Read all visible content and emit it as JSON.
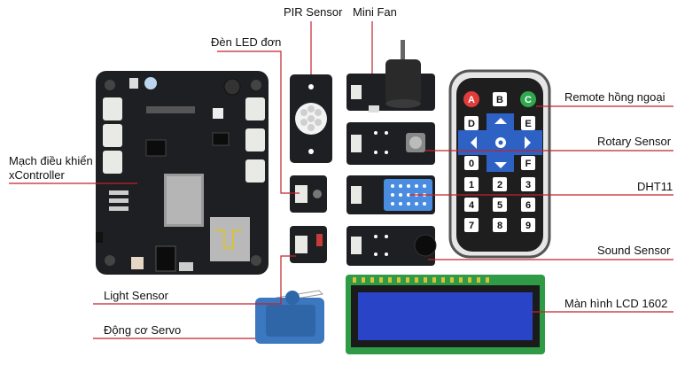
{
  "labels": {
    "pir": "PIR Sensor",
    "fan": "Mini Fan",
    "led": "Đèn LED đơn",
    "controller_line1": "Mạch điều khiển",
    "controller_line2": "xController",
    "remote": "Remote hồng ngoại",
    "rotary": "Rotary Sensor",
    "dht": "DHT11",
    "sound": "Sound Sensor",
    "lcd": "Màn hình LCD 1602",
    "light": "Light Sensor",
    "servo": "Động cơ Servo"
  },
  "remote": {
    "top_keys": [
      "A",
      "B",
      "C"
    ],
    "top_key_colors": [
      "#e23b3b",
      "#ffffff",
      "#2fa84f"
    ],
    "nav_left_keys": [
      "D",
      "0"
    ],
    "nav_right_keys": [
      "E",
      "F"
    ],
    "number_keys": [
      "1",
      "2",
      "3",
      "4",
      "5",
      "6",
      "7",
      "8",
      "9"
    ]
  },
  "colors": {
    "pcb": "#1d1f22",
    "leader_line": "#c2232b",
    "lcd_screen": "#2a44c8",
    "servo": "#3b78c0",
    "nav_blue": "#2d62c4"
  }
}
